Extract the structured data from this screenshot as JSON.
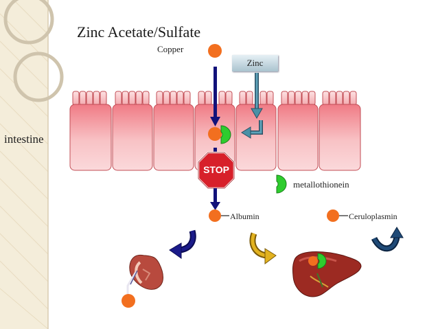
{
  "diagram": {
    "title": "Zinc Acetate/Sulfate",
    "labels": {
      "copper": "Copper",
      "zinc": "Zinc",
      "intestine": "intestine",
      "stop": "STOP",
      "metallothionein": "metallothionein",
      "albumin": "Albumin",
      "ceruloplasmin": "Ceruloplasmin"
    },
    "colors": {
      "copper_dot": "#f26f1f",
      "metallothionein": "#2ecc2e",
      "cell_fill": "#f5b5b8",
      "cell_edge": "#c24d55",
      "stop_sign": "#d7202a",
      "arrow_navy": "#12127a",
      "zinc_arrow": "#4a90a6",
      "arrow_gold": "#d9a516",
      "arrow_dark_blue": "#17385e",
      "decor_beige": "#eee3c9"
    },
    "icons": [
      "kidney-icon",
      "liver-icon",
      "stop-sign-icon"
    ]
  }
}
